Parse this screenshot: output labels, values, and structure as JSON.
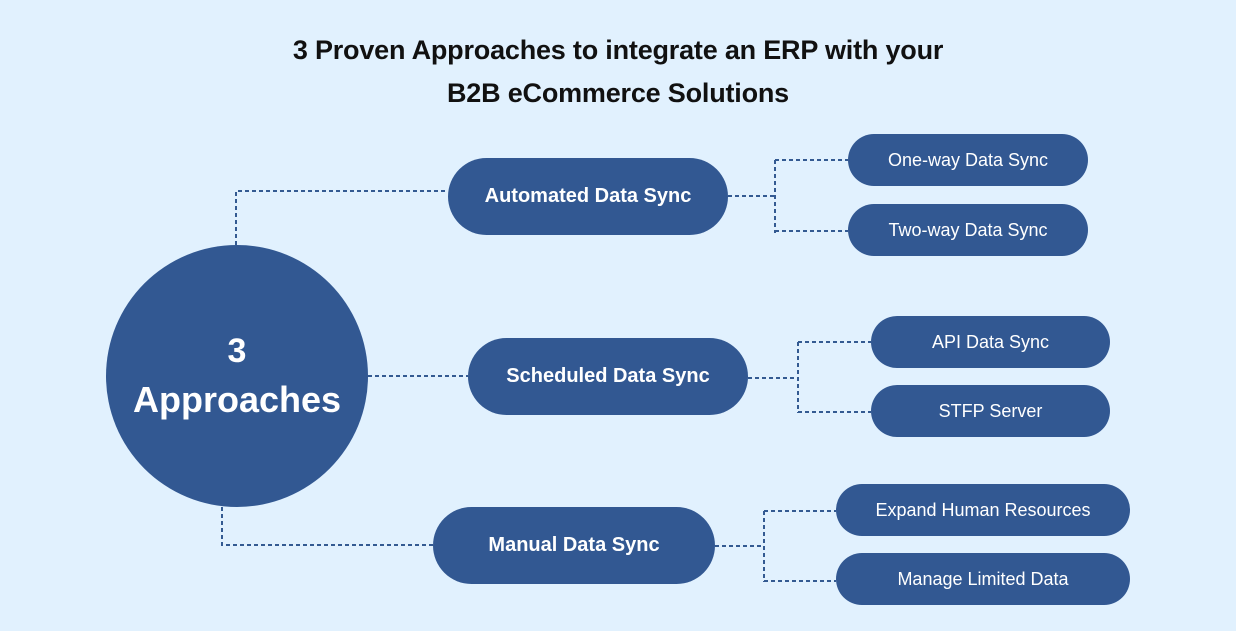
{
  "title": {
    "line1": "3 Proven Approaches to integrate an ERP with your",
    "line2": "B2B eCommerce Solutions"
  },
  "hub": {
    "number": "3",
    "label": "Approaches"
  },
  "approaches": [
    {
      "label": "Automated Data Sync",
      "children": [
        {
          "label": "One-way Data Sync"
        },
        {
          "label": "Two-way Data Sync"
        }
      ]
    },
    {
      "label": "Scheduled Data Sync",
      "children": [
        {
          "label": "API Data Sync"
        },
        {
          "label": "STFP Server"
        }
      ]
    },
    {
      "label": "Manual Data Sync",
      "children": [
        {
          "label": "Expand Human Resources"
        },
        {
          "label": "Manage Limited Data"
        }
      ]
    }
  ],
  "colors": {
    "background": "#e1f1fe",
    "node_fill": "#325892",
    "node_text": "#ffffff",
    "connector": "#335a92",
    "title_text": "#111111"
  }
}
